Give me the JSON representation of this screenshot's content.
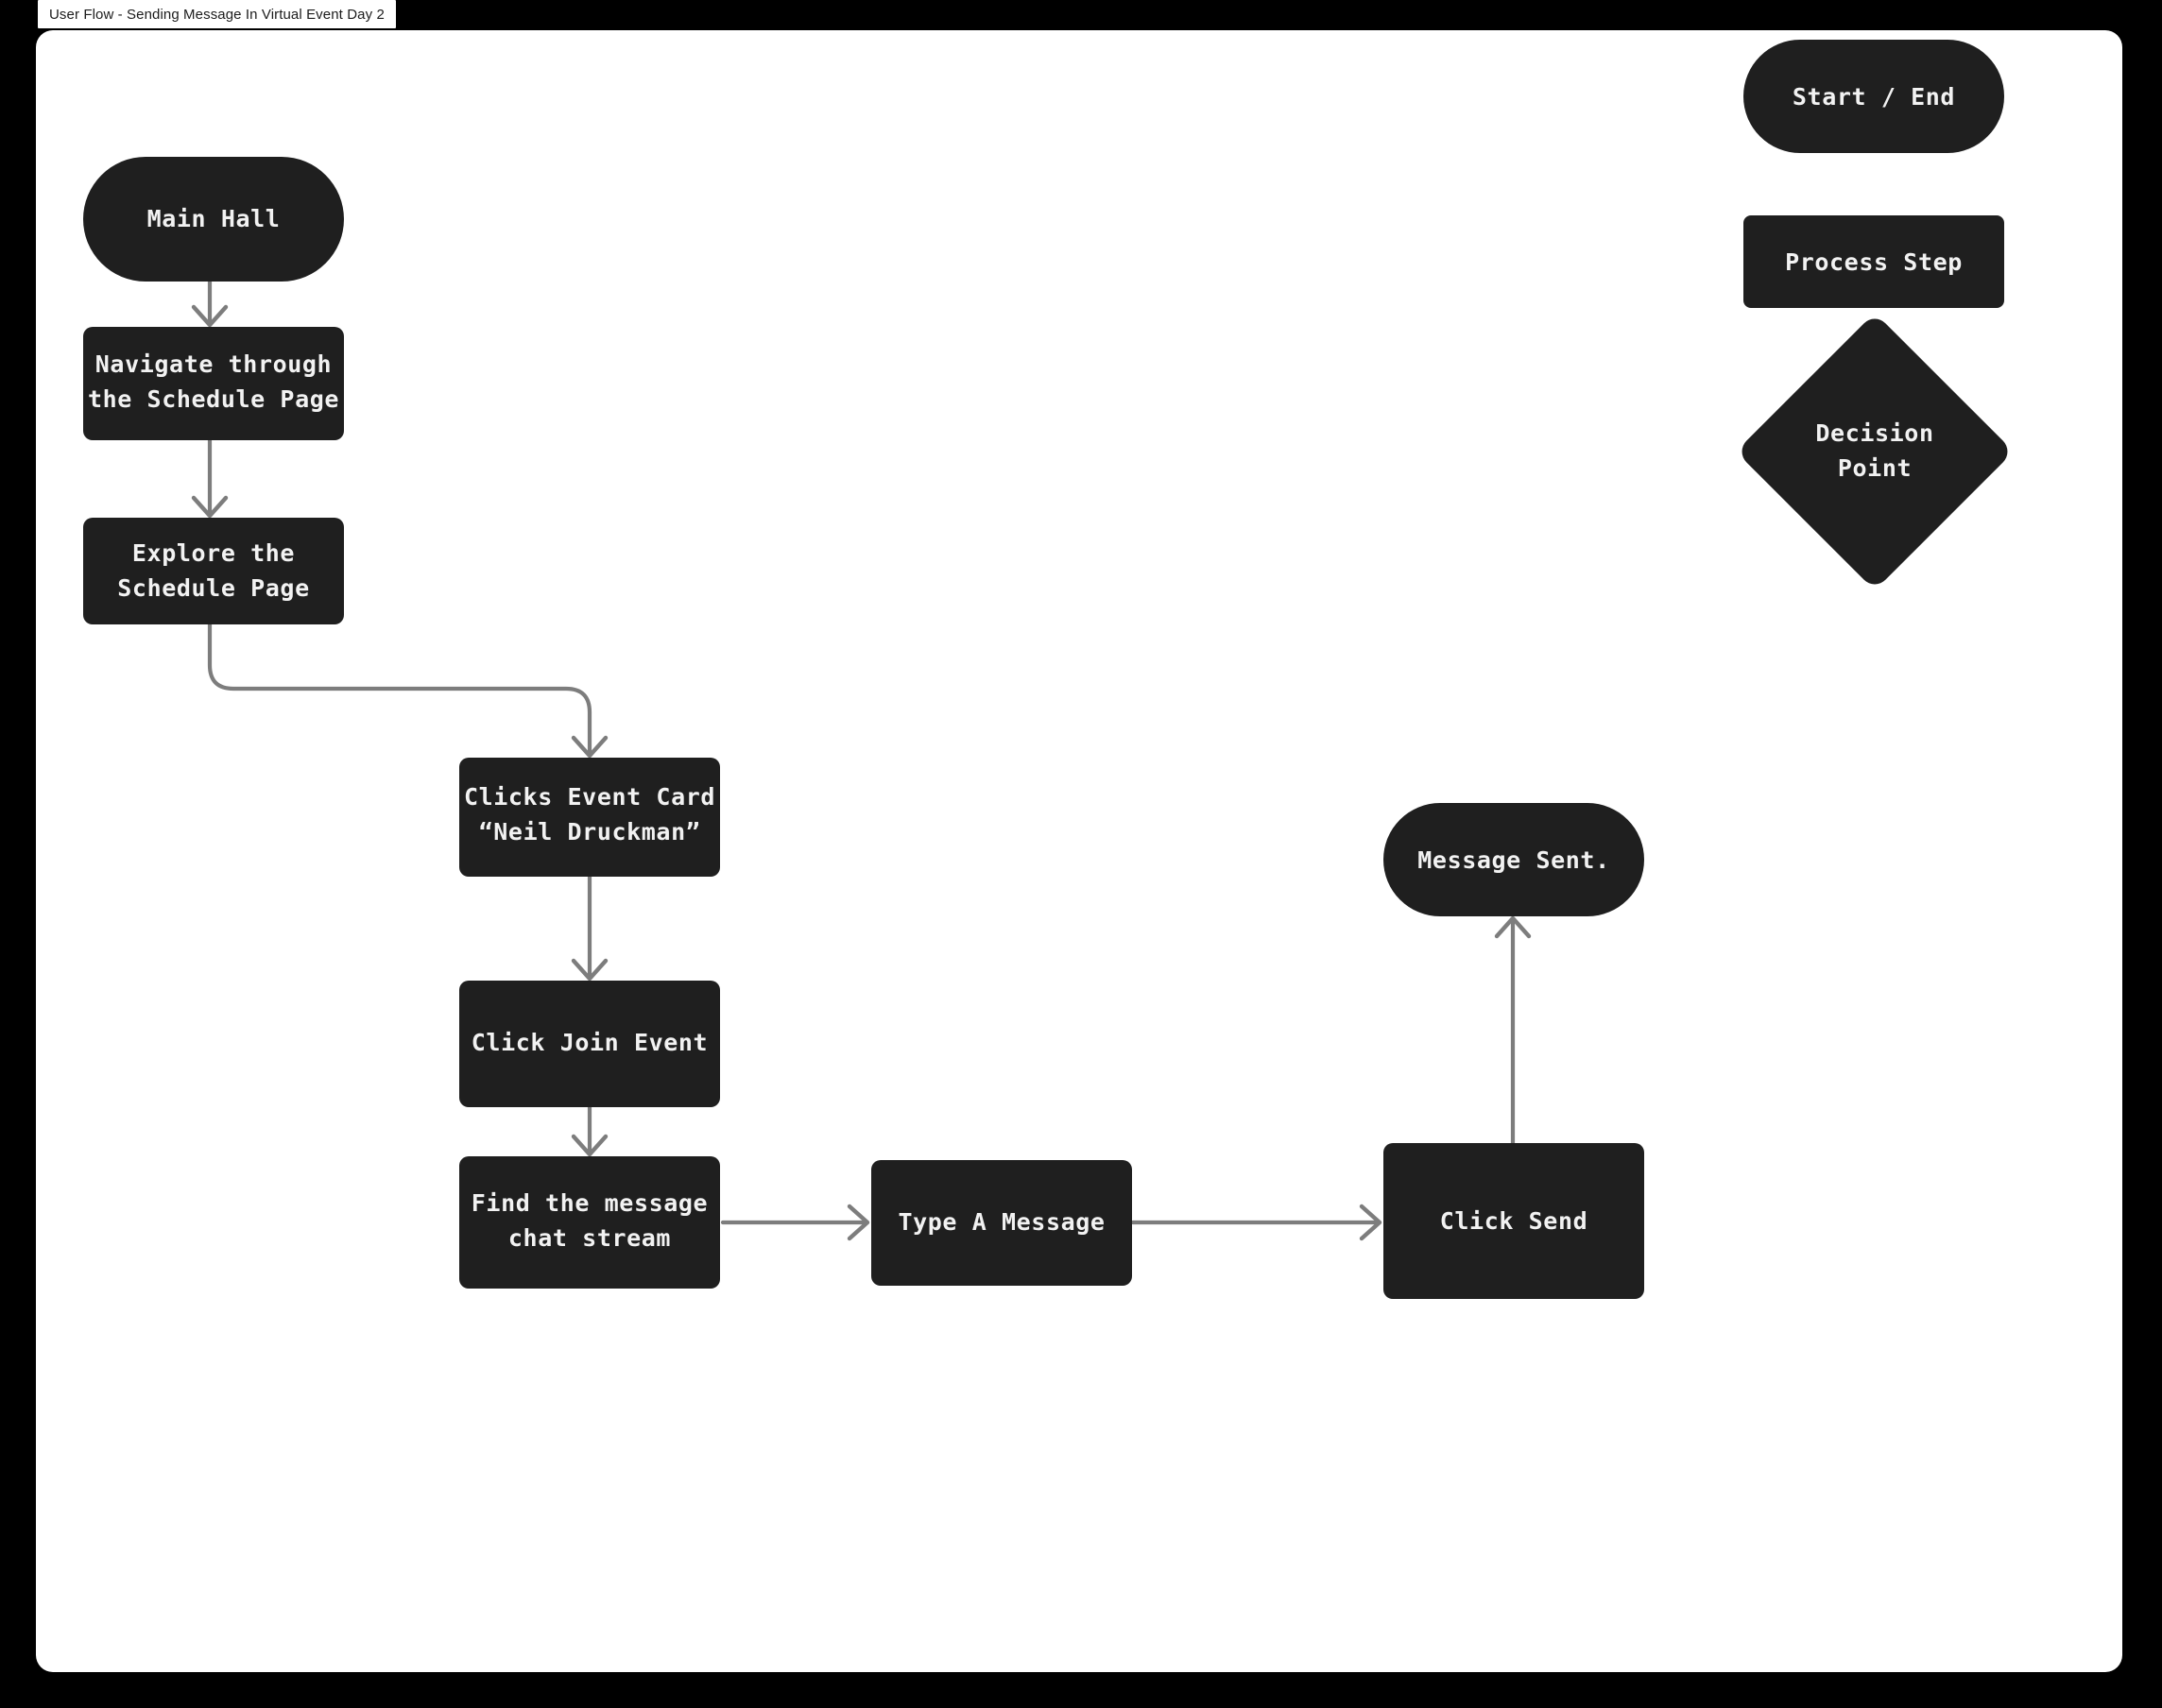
{
  "window": {
    "title": "User Flow - Sending Message In Virtual Event Day 2",
    "background_color": "#000000",
    "canvas_color": "#ffffff"
  },
  "theme": {
    "node_fill": "#1f1f1f",
    "node_text_color": "#f2f2f2",
    "edge_color": "#7d7d7d"
  },
  "legend": {
    "items": [
      {
        "label": "Start / End",
        "shape": "pill"
      },
      {
        "label": "Process Step",
        "shape": "rect"
      },
      {
        "label": "Decision\nPoint",
        "line1": "Decision",
        "line2": "Point",
        "shape": "diamond"
      }
    ]
  },
  "flow": {
    "nodes": [
      {
        "id": "main-hall",
        "label": "Main Hall",
        "line1": "Main Hall",
        "line2": "",
        "shape": "pill"
      },
      {
        "id": "navigate-schedule",
        "label": "Navigate through the Schedule Page",
        "line1": "Navigate through",
        "line2": "the Schedule Page",
        "shape": "rect"
      },
      {
        "id": "explore-schedule",
        "label": "Explore the Schedule Page",
        "line1": "Explore the",
        "line2": "Schedule Page",
        "shape": "rect"
      },
      {
        "id": "clicks-event-card",
        "label": "Clicks Event Card “Neil Druckman”",
        "line1": "Clicks Event Card",
        "line2": "“Neil Druckman”",
        "shape": "rect"
      },
      {
        "id": "click-join-event",
        "label": "Click Join Event",
        "line1": "Click Join Event",
        "line2": "",
        "shape": "rect"
      },
      {
        "id": "find-chat-stream",
        "label": "Find the message chat stream",
        "line1": "Find the message",
        "line2": "chat stream",
        "shape": "rect"
      },
      {
        "id": "type-a-message",
        "label": "Type A Message",
        "line1": "Type A Message",
        "line2": "",
        "shape": "rect"
      },
      {
        "id": "click-send",
        "label": "Click Send",
        "line1": "Click Send",
        "line2": "",
        "shape": "rect"
      },
      {
        "id": "message-sent",
        "label": "Message Sent.",
        "line1": "Message Sent.",
        "line2": "",
        "shape": "pill"
      }
    ],
    "edges": [
      {
        "from": "main-hall",
        "to": "navigate-schedule",
        "type": "straight-down"
      },
      {
        "from": "navigate-schedule",
        "to": "explore-schedule",
        "type": "straight-down"
      },
      {
        "from": "explore-schedule",
        "to": "clicks-event-card",
        "type": "elbow"
      },
      {
        "from": "clicks-event-card",
        "to": "click-join-event",
        "type": "straight-down"
      },
      {
        "from": "click-join-event",
        "to": "find-chat-stream",
        "type": "straight-down"
      },
      {
        "from": "find-chat-stream",
        "to": "type-a-message",
        "type": "straight-right"
      },
      {
        "from": "type-a-message",
        "to": "click-send",
        "type": "straight-right"
      },
      {
        "from": "click-send",
        "to": "message-sent",
        "type": "straight-up"
      }
    ]
  }
}
